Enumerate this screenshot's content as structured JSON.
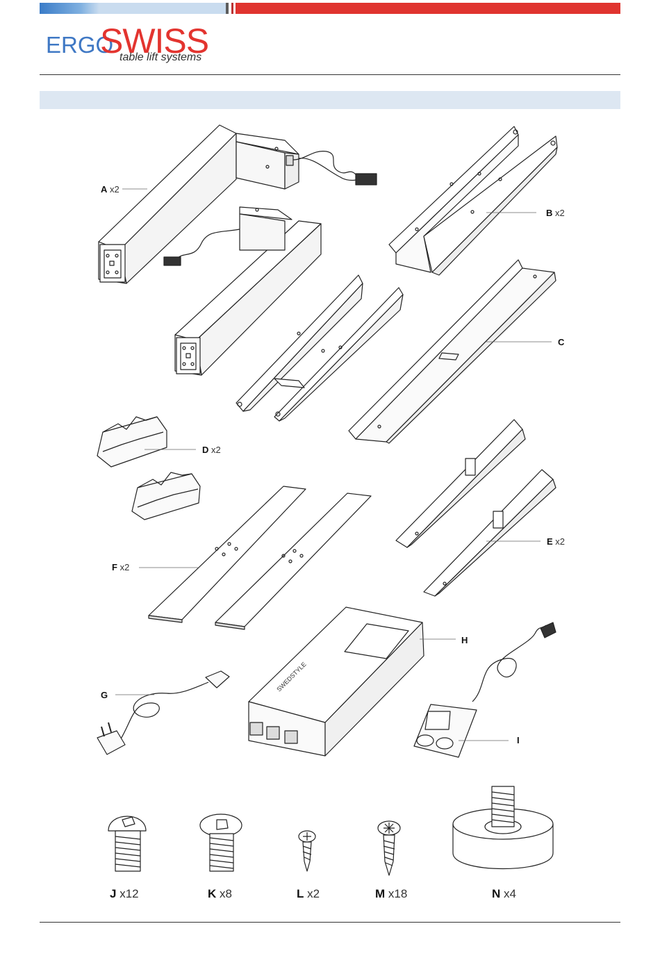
{
  "header": {
    "brand_ergo": "ERGO",
    "brand_swiss": "SWISS",
    "tagline": "table lift systems",
    "accent_blue": "#3f78c4",
    "accent_red": "#e3342f",
    "section_band_color": "#dde7f2"
  },
  "parts": [
    {
      "letter": "A",
      "qty": "x2"
    },
    {
      "letter": "B",
      "qty": "x2"
    },
    {
      "letter": "C",
      "qty": ""
    },
    {
      "letter": "D",
      "qty": "x2"
    },
    {
      "letter": "E",
      "qty": "x2"
    },
    {
      "letter": "F",
      "qty": "x2"
    },
    {
      "letter": "G",
      "qty": ""
    },
    {
      "letter": "H",
      "qty": ""
    },
    {
      "letter": "I",
      "qty": ""
    }
  ],
  "control_box_brand": "SWEDSTYLE",
  "fasteners": [
    {
      "letter": "J",
      "qty": "x12"
    },
    {
      "letter": "K",
      "qty": "x8"
    },
    {
      "letter": "L",
      "qty": "x2"
    },
    {
      "letter": "M",
      "qty": "x18"
    },
    {
      "letter": "N",
      "qty": "x4"
    }
  ]
}
